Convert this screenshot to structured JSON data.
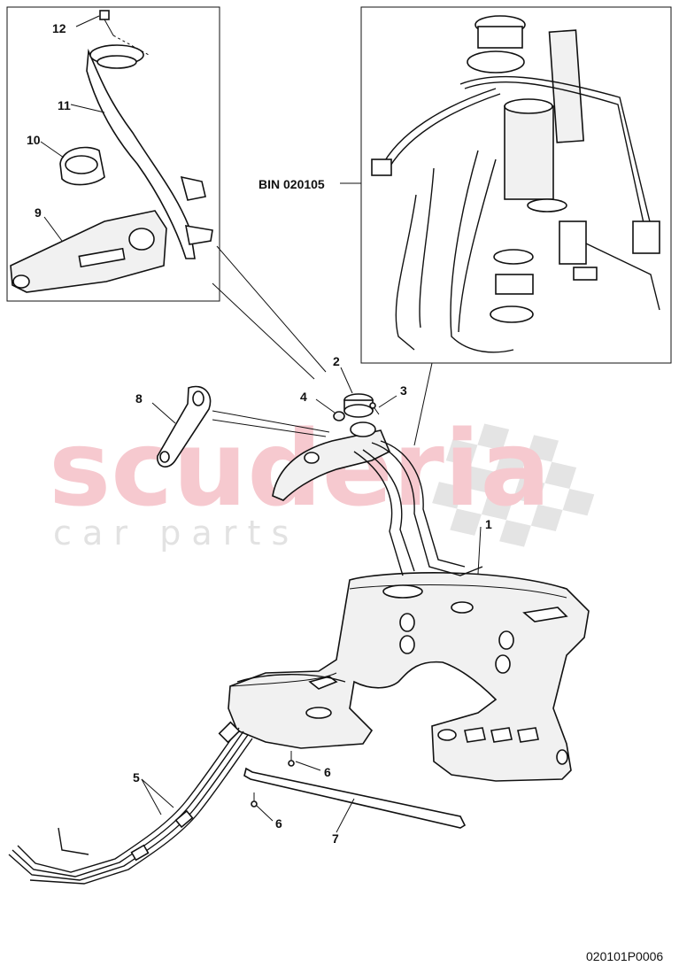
{
  "watermark": {
    "brand": "scuderia",
    "tagline": "c a r   p a r t s"
  },
  "bin_reference": "BIN 020105",
  "document_number": "020101P0006",
  "callouts": [
    {
      "id": "c1",
      "label": "1"
    },
    {
      "id": "c2",
      "label": "2"
    },
    {
      "id": "c3",
      "label": "3"
    },
    {
      "id": "c4",
      "label": "4"
    },
    {
      "id": "c5",
      "label": "5"
    },
    {
      "id": "c6a",
      "label": "6"
    },
    {
      "id": "c6b",
      "label": "6"
    },
    {
      "id": "c7",
      "label": "7"
    },
    {
      "id": "c8",
      "label": "8"
    },
    {
      "id": "c9",
      "label": "9"
    },
    {
      "id": "c10",
      "label": "10"
    },
    {
      "id": "c11",
      "label": "11"
    },
    {
      "id": "c12",
      "label": "12"
    }
  ],
  "colors": {
    "watermark_red": "#f6c9cf",
    "watermark_grey": "#e2e2e2",
    "line": "#111111"
  }
}
